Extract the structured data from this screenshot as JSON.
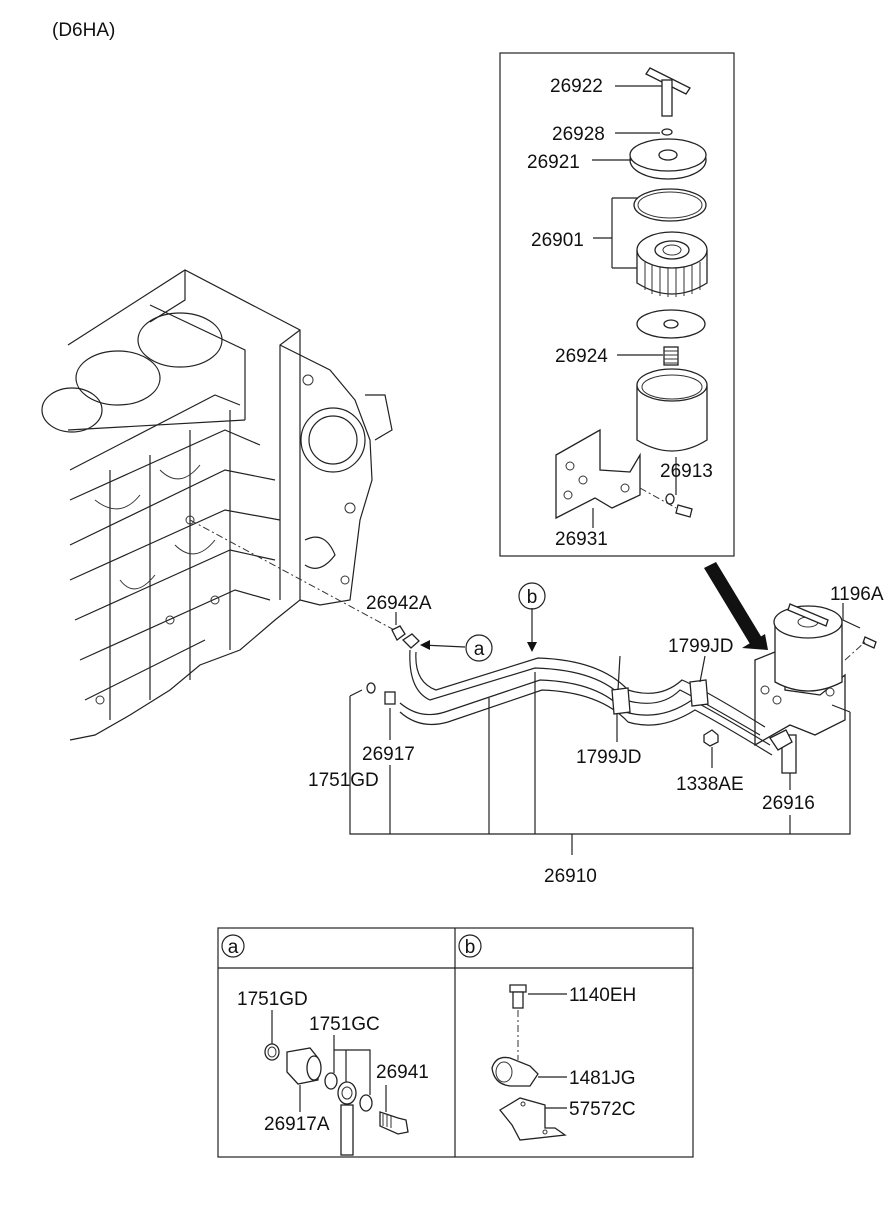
{
  "diagram_title": "(D6HA)",
  "detail_refs": {
    "a": "a",
    "b": "b"
  },
  "labels": {
    "p26922": "26922",
    "p26928": "26928",
    "p26921": "26921",
    "p26901": "26901",
    "p26924": "26924",
    "p26913": "26913",
    "p26931": "26931",
    "p1196A": "1196A",
    "p26942A": "26942A",
    "p1799JD_top": "1799JD",
    "p1799JD_bottom": "1799JD",
    "p26917": "26917",
    "p1751GD": "1751GD",
    "p1338AE": "1338AE",
    "p26916": "26916",
    "p26910": "26910"
  },
  "detail_a": {
    "header": "a",
    "labels": {
      "l1751GD": "1751GD",
      "l1751GC": "1751GC",
      "l26941": "26941",
      "l26917A": "26917A"
    }
  },
  "detail_b": {
    "header": "b",
    "labels": {
      "l1140EH": "1140EH",
      "l1481JG": "1481JG",
      "l57572C": "57572C"
    }
  }
}
